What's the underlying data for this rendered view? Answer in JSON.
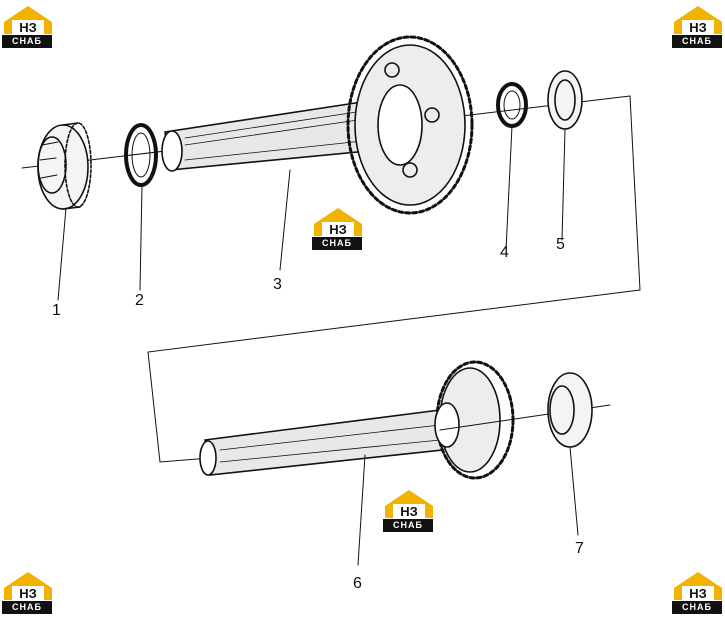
{
  "logo": {
    "mark": "НЗ",
    "word": "СНАБ",
    "accent": "#f2b200"
  },
  "callouts": [
    {
      "id": "c1",
      "label": "1"
    },
    {
      "id": "c2",
      "label": "2"
    },
    {
      "id": "c3",
      "label": "3"
    },
    {
      "id": "c4",
      "label": "4"
    },
    {
      "id": "c5",
      "label": "5"
    },
    {
      "id": "c6",
      "label": "6"
    },
    {
      "id": "c7",
      "label": "7"
    }
  ]
}
